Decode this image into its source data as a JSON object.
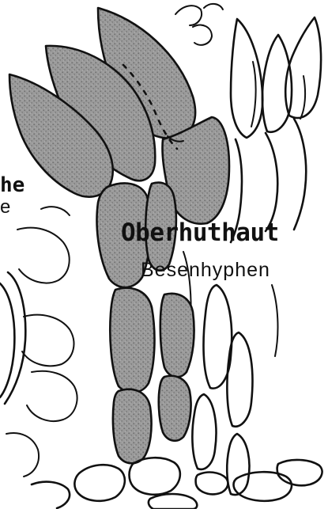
{
  "labels": {
    "main": "Oberhuthaut",
    "sub": "Besenhyphen",
    "partial_top": "he",
    "partial_bottom": "e"
  },
  "colors": {
    "ink": "#111111",
    "stipple": "#8c8c8c",
    "paper": "#ffffff"
  }
}
